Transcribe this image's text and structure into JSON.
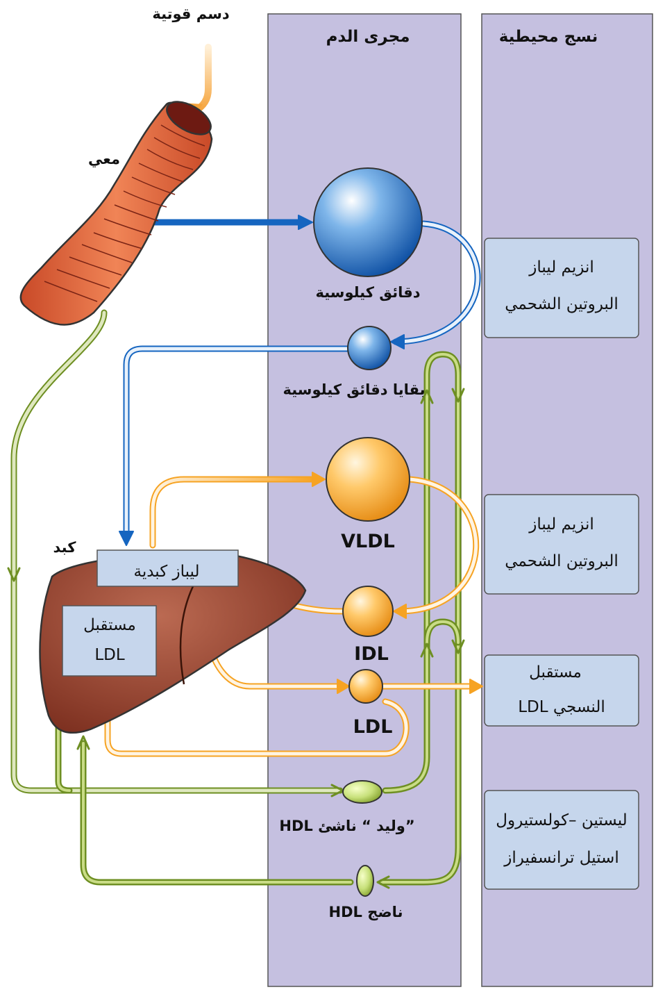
{
  "columns": {
    "bloodstream": "مجرى الدم",
    "peripheral": "نسج محيطية"
  },
  "organs": {
    "dietary_fat": "دسم قوتية",
    "intestine": "معي",
    "liver": "كبد"
  },
  "liver_parts": {
    "hepatic_lipase": "ليباز كبدية",
    "ldl_receptor_line1": "مستقبل",
    "ldl_receptor_line2": "LDL"
  },
  "particles": {
    "chylomicrons": "دقائق كيلوسية",
    "chylomicron_remnants": "بقايا دقائق كيلوسية",
    "vldl": "VLDL",
    "idl": "IDL",
    "ldl": "LDL",
    "nascent_hdl": "HDL وليد “ ناشئ”",
    "mature_hdl": "HDL ناضج"
  },
  "tissue_boxes": {
    "lpl1_line1": "انزيم ليباز",
    "lpl1_line2": "البروتين الشحمي",
    "lpl2_line1": "انزيم ليباز",
    "lpl2_line2": "البروتين الشحمي",
    "tissue_ldl_line1": "مستقبل",
    "tissue_ldl_line2": "LDL   النسجي",
    "lcat_line1": "ليستين –كولستيرول",
    "lcat_line2": "استيل ترانسفيراز"
  },
  "colors": {
    "column_fill": "#c5c0e0",
    "box_fill": "#c6d6ec",
    "chylo_blue": "#1565c0",
    "vldl_orange": "#f6a323",
    "hdl_green": "#6e8f22",
    "intestine": "#e0623a",
    "liver": "#8e3c2a"
  }
}
